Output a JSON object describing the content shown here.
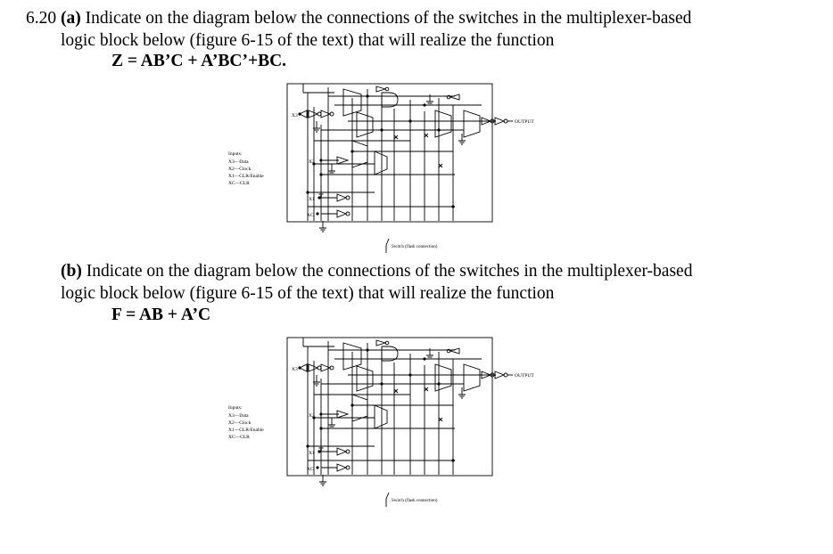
{
  "part_a": {
    "number": "6.20",
    "label": "(a)",
    "line1_rest": "Indicate on the diagram below the connections of the switches in the multiplexer-based",
    "line2": "logic block below (figure 6-15 of the text) that will realize the function",
    "equation": "Z = AB’C + A’BC’+BC."
  },
  "part_b": {
    "label": "(b)",
    "line1_rest": "Indicate on the diagram below the connections of the switches in the multiplexer-based",
    "line2": "logic block below (figure 6-15 of the text) that will realize the function",
    "equation": "F = AB + A’C"
  },
  "diagram": {
    "inputs_title": "Inputs:",
    "inputs": [
      "X3—Data",
      "X2—Clock",
      "X1—CLR/Enable",
      "XC—CLR"
    ],
    "pin_x3": "X3",
    "pin_x2": "X2",
    "pin_x1": "X1",
    "pin_xc": "XC",
    "output_label": "OUTPUT",
    "switch_label": "Switch (flash connection)"
  }
}
